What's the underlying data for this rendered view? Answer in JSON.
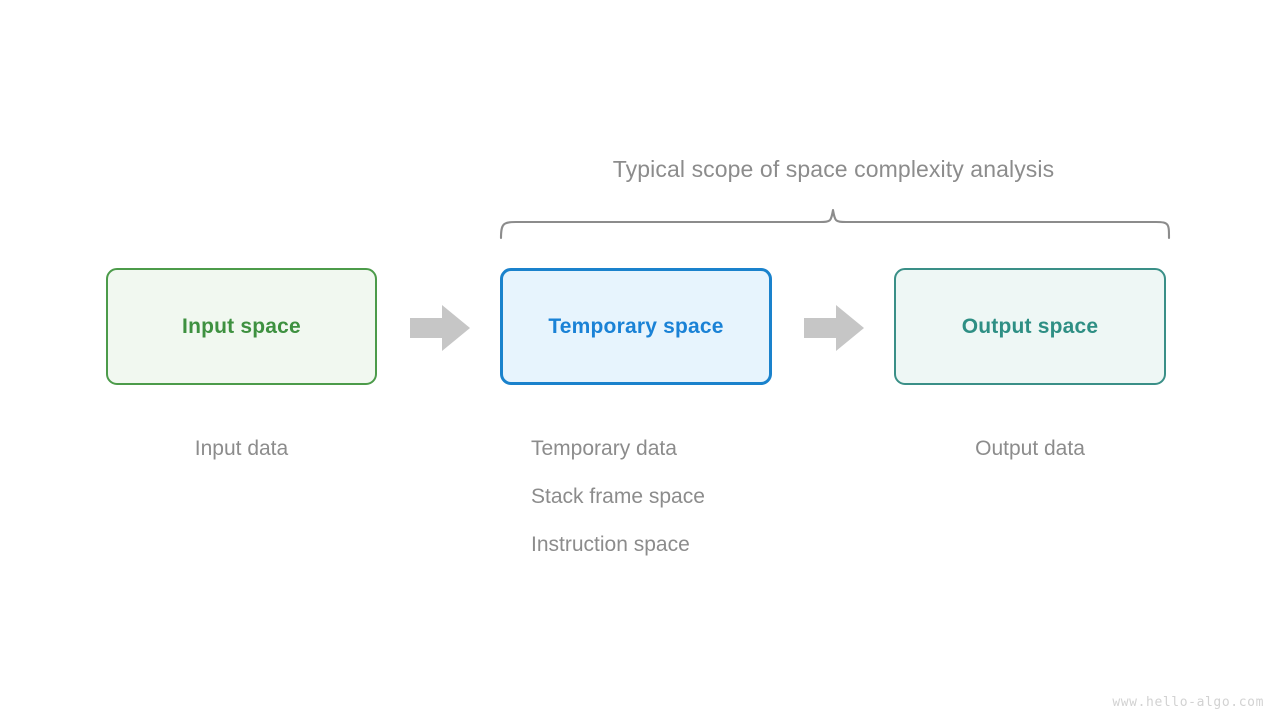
{
  "diagram": {
    "scope_title": "Typical scope of space complexity analysis",
    "boxes": [
      {
        "id": "input",
        "label": "Input space",
        "border_color": "#4c9b4a",
        "fill_color": "#f1f8f0",
        "text_color": "#3e9140"
      },
      {
        "id": "temp",
        "label": "Temporary space",
        "border_color": "#1a82cc",
        "fill_color": "#e7f4fd",
        "text_color": "#1a82d6"
      },
      {
        "id": "output",
        "label": "Output space",
        "border_color": "#3a8f87",
        "fill_color": "#eef7f5",
        "text_color": "#2e8f84"
      }
    ],
    "arrows": [
      {
        "id": "arrow-input-to-temp",
        "color": "#c6c6c6"
      },
      {
        "id": "arrow-temp-to-output",
        "color": "#c6c6c6"
      }
    ],
    "captions": {
      "input": [
        "Input data"
      ],
      "temporary": [
        "Temporary data",
        "Stack frame space",
        "Instruction space"
      ],
      "output": [
        "Output data"
      ]
    },
    "brace": {
      "color": "#8c8c8c"
    },
    "watermark": "www.hello-algo.com",
    "colors": {
      "background": "#ffffff",
      "muted_text": "#8c8c8c",
      "watermark_text": "#d2d2d2"
    }
  }
}
